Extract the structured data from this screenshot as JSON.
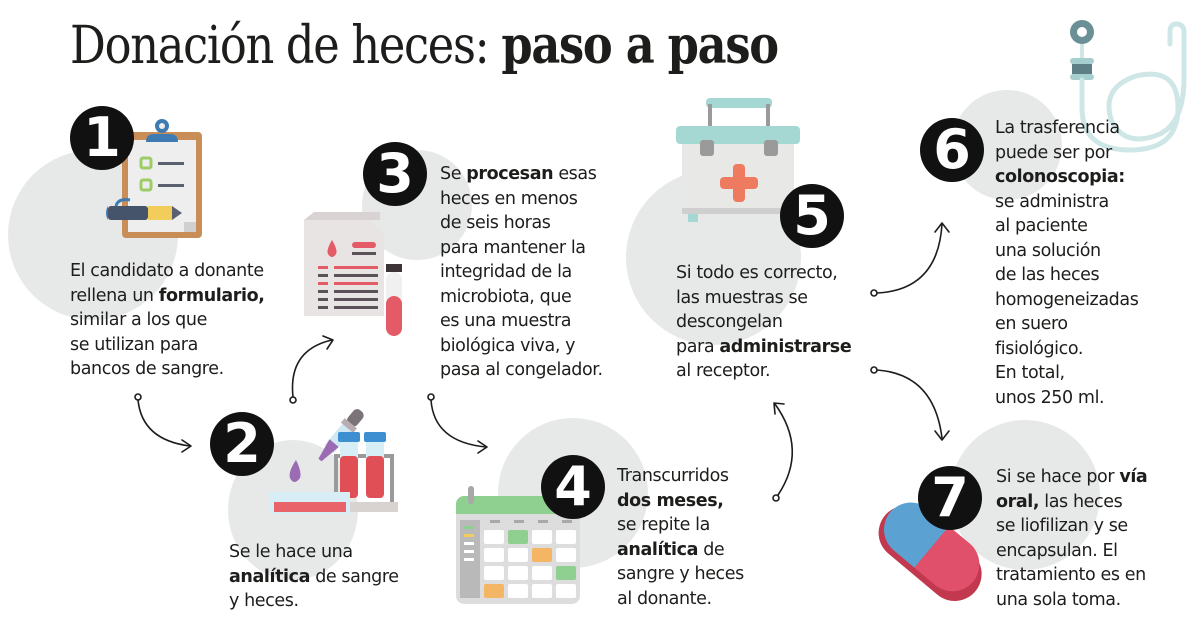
{
  "title": {
    "regular": "Donación de heces: ",
    "bold": "paso a paso"
  },
  "colors": {
    "badge_bg": "#111111",
    "badge_fg": "#ffffff",
    "blob": "#e7e8e8",
    "text": "#1d1d1b",
    "clipboard_frame": "#c98d58",
    "clipboard_clip": "#3e7bb3",
    "check_green": "#9ccc65",
    "pencil_yellow": "#f2cd5c",
    "blood_red": "#e45b67",
    "pipette_purple": "#9b6bb3",
    "tube_cap_blue": "#3d8fd1",
    "calendar_green": "#8fcf8f",
    "calendar_orange": "#f4b665",
    "kit_teal": "#a6d8d3",
    "cross_orange": "#ee7b5f",
    "pill_blue": "#5ba2d2",
    "pill_red": "#e0506b",
    "tube_teal": "#cfe6e6"
  },
  "steps": [
    {
      "number": "1",
      "icon": "clipboard-form-icon",
      "lines": [
        [
          {
            "t": "El candidato a donante",
            "b": false
          }
        ],
        [
          {
            "t": "rellena un ",
            "b": false
          },
          {
            "t": "formulario,",
            "b": true
          }
        ],
        [
          {
            "t": "similar a los que",
            "b": false
          }
        ],
        [
          {
            "t": "se utilizan para",
            "b": false
          }
        ],
        [
          {
            "t": "bancos de sangre.",
            "b": false
          }
        ]
      ]
    },
    {
      "number": "2",
      "icon": "lab-test-tubes-icon",
      "lines": [
        [
          {
            "t": "Se le hace una",
            "b": false
          }
        ],
        [
          {
            "t": "analítica",
            "b": true
          },
          {
            "t": " de sangre",
            "b": false
          }
        ],
        [
          {
            "t": "y heces.",
            "b": false
          }
        ]
      ]
    },
    {
      "number": "3",
      "icon": "lab-report-sample-icon",
      "lines": [
        [
          {
            "t": "Se ",
            "b": false
          },
          {
            "t": "procesan",
            "b": true
          },
          {
            "t": " esas",
            "b": false
          }
        ],
        [
          {
            "t": "heces en menos",
            "b": false
          }
        ],
        [
          {
            "t": "de seis horas",
            "b": false
          }
        ],
        [
          {
            "t": "para mantener la",
            "b": false
          }
        ],
        [
          {
            "t": "integridad de la",
            "b": false
          }
        ],
        [
          {
            "t": "microbiota, que",
            "b": false
          }
        ],
        [
          {
            "t": "es una muestra",
            "b": false
          }
        ],
        [
          {
            "t": "biológica viva, y",
            "b": false
          }
        ],
        [
          {
            "t": "pasa al congelador.",
            "b": false
          }
        ]
      ]
    },
    {
      "number": "4",
      "icon": "calendar-icon",
      "lines": [
        [
          {
            "t": "Transcurridos",
            "b": false
          }
        ],
        [
          {
            "t": "dos meses,",
            "b": true
          }
        ],
        [
          {
            "t": "se repite la",
            "b": false
          }
        ],
        [
          {
            "t": "analítica",
            "b": true
          },
          {
            "t": " de",
            "b": false
          }
        ],
        [
          {
            "t": "sangre y heces",
            "b": false
          }
        ],
        [
          {
            "t": "al donante.",
            "b": false
          }
        ]
      ]
    },
    {
      "number": "5",
      "icon": "medical-cooler-icon",
      "lines": [
        [
          {
            "t": "Si todo es correcto,",
            "b": false
          }
        ],
        [
          {
            "t": "las muestras se",
            "b": false
          }
        ],
        [
          {
            "t": "descongelan",
            "b": false
          }
        ],
        [
          {
            "t": "para ",
            "b": false
          },
          {
            "t": "administrarse",
            "b": true
          }
        ],
        [
          {
            "t": "al receptor.",
            "b": false
          }
        ]
      ]
    },
    {
      "number": "6",
      "icon": "colonoscope-tube-icon",
      "lines": [
        [
          {
            "t": "La trasferencia",
            "b": false
          }
        ],
        [
          {
            "t": "puede ser por",
            "b": false
          }
        ],
        [
          {
            "t": "colonoscopia:",
            "b": true
          }
        ],
        [
          {
            "t": "se administra",
            "b": false
          }
        ],
        [
          {
            "t": "al paciente",
            "b": false
          }
        ],
        [
          {
            "t": "una solución",
            "b": false
          }
        ],
        [
          {
            "t": "de las heces",
            "b": false
          }
        ],
        [
          {
            "t": "homogeneizadas",
            "b": false
          }
        ],
        [
          {
            "t": "en suero",
            "b": false
          }
        ],
        [
          {
            "t": "fisiológico.",
            "b": false
          }
        ],
        [
          {
            "t": "En total,",
            "b": false
          }
        ],
        [
          {
            "t": "unos 250 ml.",
            "b": false
          }
        ]
      ]
    },
    {
      "number": "7",
      "icon": "capsule-pill-icon",
      "lines": [
        [
          {
            "t": "Si se hace por ",
            "b": false
          },
          {
            "t": "vía",
            "b": true
          }
        ],
        [
          {
            "t": "oral,",
            "b": true
          },
          {
            "t": " las heces",
            "b": false
          }
        ],
        [
          {
            "t": "se liofilizan y se",
            "b": false
          }
        ],
        [
          {
            "t": "encapsulan. El",
            "b": false
          }
        ],
        [
          {
            "t": "tratamiento es en",
            "b": false
          }
        ],
        [
          {
            "t": "una sola toma.",
            "b": false
          }
        ]
      ]
    }
  ],
  "flow": [
    {
      "from": "1",
      "to": "2"
    },
    {
      "from": "2",
      "to": "3"
    },
    {
      "from": "3",
      "to": "4"
    },
    {
      "from": "4",
      "to": "5"
    },
    {
      "from": "5",
      "to": "6"
    },
    {
      "from": "5",
      "to": "7"
    }
  ]
}
